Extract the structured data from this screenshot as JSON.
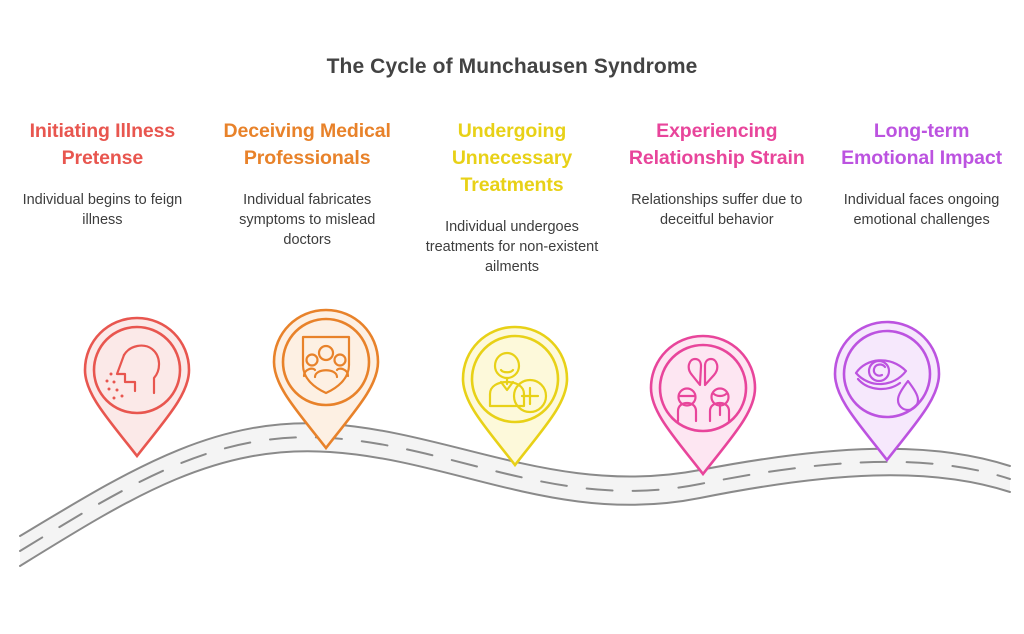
{
  "header": {
    "title": "The Cycle of Munchausen Syndrome"
  },
  "theme": {
    "title_color": "#434343",
    "description_color": "#3d3d3d",
    "road_fill": "#f4f4f4",
    "road_stroke": "#8a8a8a",
    "page_background": "#ffffff"
  },
  "stages": [
    {
      "id": "initiating-illness-pretense",
      "heading": "Initiating Illness Pretense",
      "description": "Individual begins to feign illness",
      "color": "#e8564f",
      "fill": "#fbe9e8",
      "icon": "sick-person-head-icon"
    },
    {
      "id": "deceiving-medical-professionals",
      "heading": "Deceiving Medical Professionals",
      "description": "Individual fabricates symptoms to mislead doctors",
      "color": "#e8822a",
      "fill": "#fdf0e3",
      "icon": "shield-people-group-icon"
    },
    {
      "id": "undergoing-unnecessary-treatments",
      "heading": "Undergoing Unnecessary Treatments",
      "description": "Individual undergoes treatments for non-existent ailments",
      "color": "#e8d117",
      "fill": "#fdf9da",
      "icon": "doctor-medical-cross-icon"
    },
    {
      "id": "experiencing-relationship-strain",
      "heading": "Experiencing Relationship Strain",
      "description": "Relationships suffer due to deceitful behavior",
      "color": "#e8459b",
      "fill": "#fde6f2",
      "icon": "broken-heart-couple-icon"
    },
    {
      "id": "long-term-emotional-impact",
      "heading": "Long-term Emotional Impact",
      "description": "Individual faces ongoing emotional challenges",
      "color": "#bc53e0",
      "fill": "#f6e8fc",
      "icon": "crying-eye-tear-icon"
    }
  ]
}
